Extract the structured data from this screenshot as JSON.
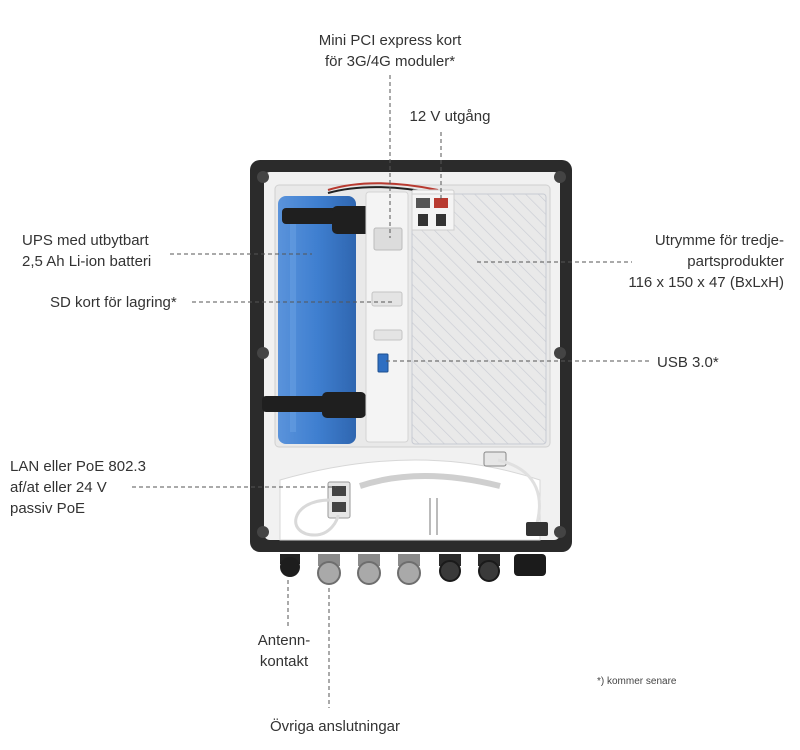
{
  "labels": {
    "mini_pci": [
      "Mini PCI express kort",
      "för 3G/4G moduler*"
    ],
    "out_12v": "12 V utgång",
    "ups": [
      "UPS med utbytbart",
      "2,5 Ah Li-ion batteri"
    ],
    "sd": "SD kort för lagring*",
    "space": [
      "Utrymme för tredje-",
      "partsprodukter",
      "116 x 150 x 47 (BxLxH)"
    ],
    "usb": "USB 3.0*",
    "lan": [
      "LAN eller PoE 802.3",
      "af/at eller 24 V",
      "passiv PoE"
    ],
    "antenna": [
      "Antenn-",
      "kontakt"
    ],
    "other": "Övriga anslutningar",
    "footnote": "*) kommer senare"
  },
  "colors": {
    "enclosure": "#2b2b2b",
    "battery": "#3f7fd0",
    "leader": "#555555",
    "text": "#333333"
  }
}
